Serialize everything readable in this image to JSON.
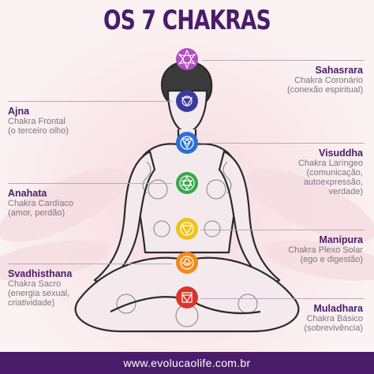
{
  "title": "OS 7 CHAKRAS",
  "footer": "www.evolucaolife.com.br",
  "chakras": [
    {
      "name": "Sahasrara",
      "line1": "Chakra Coronário",
      "line2": "(conexão espiritual)",
      "color": "#b04fc2",
      "icon": "crown-lotus-icon"
    },
    {
      "name": "Ajna",
      "line1": "Chakra Frontal",
      "line2": "(o terceiro olho)",
      "color": "#3b3a9c",
      "icon": "third-eye-icon"
    },
    {
      "name": "Visuddha",
      "line1": "Chakra Laríngeo",
      "line2": "(comunicação,",
      "line3": "autoexpressão,",
      "line4": "verdade)",
      "color": "#2a6fd6",
      "icon": "throat-icon"
    },
    {
      "name": "Anahata",
      "line1": "Chakra Cardíaco",
      "line2": "(amor, perdão)",
      "color": "#3aa64a",
      "icon": "heart-star-icon"
    },
    {
      "name": "Manipura",
      "line1": "Chakra Plexo Solar",
      "line2": "(ego e digestão)",
      "color": "#f1c21c",
      "icon": "solar-plexus-icon"
    },
    {
      "name": "Svadhisthana",
      "line1": "Chakra Sacro",
      "line2": "(energia sexual,",
      "line3": "criatividade)",
      "color": "#f08a1c",
      "icon": "sacral-icon"
    },
    {
      "name": "Muladhara",
      "line1": "Chakra Básico",
      "line2": "(sobrevivência)",
      "color": "#d8352a",
      "icon": "root-icon"
    }
  ],
  "accent": "#4a1c69"
}
